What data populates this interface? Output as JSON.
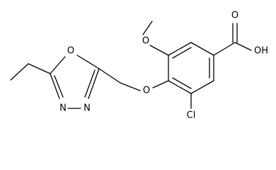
{
  "molecule": {
    "atom_labels": {
      "carboxyl_o_double": "O",
      "carboxyl_oh": "OH",
      "methoxy_o": "O",
      "ether_o": "O",
      "ring_o": "O",
      "ring_n_upper": "N",
      "ring_n_lower": "N",
      "chlorine": "Cl"
    }
  }
}
